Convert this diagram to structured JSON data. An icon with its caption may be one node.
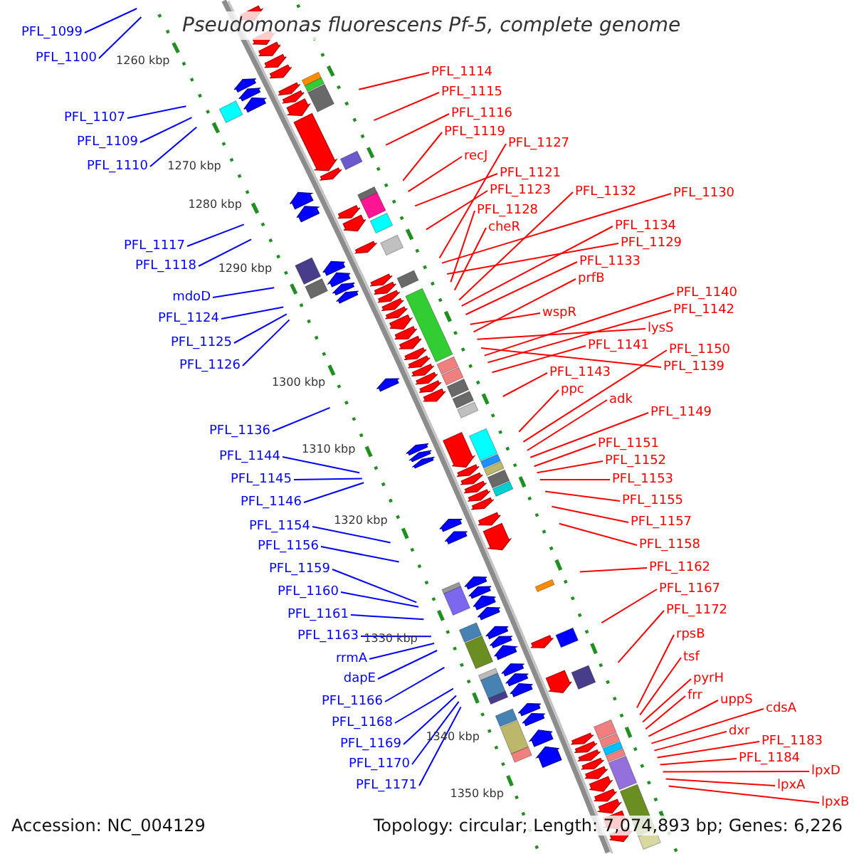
{
  "diagram": {
    "title": "Pseudomonas fluorescens Pf-5, complete genome",
    "nodes": [
      {
        "text": [
          "PFL_1099"
        ]
      },
      {
        "text": [
          "PFL_1100"
        ]
      },
      {
        "text": [
          "PFL_1107"
        ]
      },
      {
        "text": [
          "PFL_1109"
        ]
      },
      {
        "text": [
          "PFL_1110"
        ]
      },
      {
        "text": [
          "PFL_1117"
        ]
      },
      {
        "text": [
          "PFL_1118"
        ]
      },
      {
        "text": [
          "mdoD"
        ]
      },
      {
        "text": [
          "PFL_1124"
        ]
      },
      {
        "text": [
          "PFL_1125"
        ]
      },
      {
        "text": [
          "PFL_1126"
        ]
      },
      {
        "text": [
          "PFL_1136"
        ]
      },
      {
        "text": [
          "PFL_1144"
        ]
      },
      {
        "text": [
          "PFL_1145"
        ]
      },
      {
        "text": [
          "PFL_1146"
        ]
      },
      {
        "text": [
          "PFL_1154"
        ]
      },
      {
        "text": [
          "PFL_1156"
        ]
      },
      {
        "text": [
          "PFL_1159"
        ]
      },
      {
        "text": [
          "PFL_1160"
        ]
      },
      {
        "text": [
          "PFL_1161"
        ]
      },
      {
        "text": [
          "PFL_1163"
        ]
      },
      {
        "text": [
          "rrmA"
        ]
      },
      {
        "text": [
          "dapE"
        ]
      },
      {
        "text": [
          "PFL_1166"
        ]
      },
      {
        "text": [
          "PFL_1168"
        ]
      },
      {
        "text": [
          "PFL_1169"
        ]
      },
      {
        "text": [
          "PFL_1170"
        ]
      },
      {
        "text": [
          "PFL_1171"
        ]
      },
      {
        "text": [
          "PFL_1114"
        ]
      },
      {
        "text": [
          "PFL_1115"
        ]
      },
      {
        "text": [
          "PFL_1116"
        ]
      },
      {
        "text": [
          "PFL_1119"
        ]
      },
      {
        "text": [
          "recJ"
        ]
      },
      {
        "text": [
          "PFL_1121"
        ]
      },
      {
        "text": [
          "PFL_1123"
        ]
      },
      {
        "text": [
          "PFL_1127"
        ]
      },
      {
        "text": [
          "PFL_1130"
        ]
      },
      {
        "text": [
          "PFL_1129"
        ]
      },
      {
        "text": [
          "PFL_1128"
        ]
      },
      {
        "text": [
          "cheR"
        ]
      },
      {
        "text": [
          "PFL_1132"
        ]
      },
      {
        "text": [
          "PFL_1134"
        ]
      },
      {
        "text": [
          "PFL_1133"
        ]
      },
      {
        "text": [
          "wspR"
        ]
      },
      {
        "text": [
          "prfB"
        ]
      },
      {
        "text": [
          "lysS"
        ]
      },
      {
        "text": [
          "PFL_1139"
        ]
      },
      {
        "text": [
          "PFL_1140"
        ]
      },
      {
        "text": [
          "PFL_1142"
        ]
      },
      {
        "text": [
          "PFL_1141"
        ]
      },
      {
        "text": [
          "PFL_1143"
        ]
      },
      {
        "text": [
          "ppc"
        ]
      },
      {
        "text": [
          "PFL_1150"
        ]
      },
      {
        "text": [
          "adk"
        ]
      },
      {
        "text": [
          "PFL_1149"
        ]
      },
      {
        "text": [
          "PFL_1151"
        ]
      },
      {
        "text": [
          "PFL_1152"
        ]
      },
      {
        "text": [
          "PFL_1153"
        ]
      },
      {
        "text": [
          "PFL_1155"
        ]
      },
      {
        "text": [
          "PFL_1157"
        ]
      },
      {
        "text": [
          "PFL_1158"
        ]
      },
      {
        "text": [
          "PFL_1162"
        ]
      },
      {
        "text": [
          "PFL_1167"
        ]
      },
      {
        "text": [
          "PFL_1172"
        ]
      },
      {
        "text": [
          "rpsB"
        ]
      },
      {
        "text": [
          "tsf"
        ]
      },
      {
        "text": [
          "pyrH"
        ]
      },
      {
        "text": [
          "frr"
        ]
      },
      {
        "text": [
          "uppS"
        ]
      },
      {
        "text": [
          "cdsA"
        ]
      },
      {
        "text": [
          "dxr"
        ]
      },
      {
        "text": [
          "PFL_1183"
        ]
      },
      {
        "text": [
          "PFL_1184"
        ]
      },
      {
        "text": [
          "lpxD"
        ]
      },
      {
        "text": [
          "lpxA"
        ]
      },
      {
        "text": [
          "lpxB"
        ]
      }
    ],
    "edges": [
      {
        "from": 0,
        "to": null,
        "arrow": "none",
        "color": "#0000ff"
      },
      {
        "from": 1,
        "to": null,
        "arrow": "none",
        "color": "#0000ff"
      },
      {
        "from": 2,
        "to": null,
        "arrow": "none",
        "color": "#0000ff"
      },
      {
        "from": 3,
        "to": null,
        "arrow": "none",
        "color": "#0000ff"
      },
      {
        "from": 4,
        "to": null,
        "arrow": "none",
        "color": "#0000ff"
      },
      {
        "from": 5,
        "to": null,
        "arrow": "none",
        "color": "#0000ff"
      },
      {
        "from": 6,
        "to": null,
        "arrow": "none",
        "color": "#0000ff"
      },
      {
        "from": 7,
        "to": null,
        "arrow": "none",
        "color": "#0000ff"
      },
      {
        "from": 8,
        "to": null,
        "arrow": "none",
        "color": "#0000ff"
      },
      {
        "from": 9,
        "to": null,
        "arrow": "none",
        "color": "#0000ff"
      },
      {
        "from": 10,
        "to": null,
        "arrow": "none",
        "color": "#0000ff"
      },
      {
        "from": 11,
        "to": null,
        "arrow": "none",
        "color": "#0000ff"
      },
      {
        "from": 12,
        "to": null,
        "arrow": "none",
        "color": "#0000ff"
      },
      {
        "from": 13,
        "to": null,
        "arrow": "none",
        "color": "#0000ff"
      },
      {
        "from": 14,
        "to": null,
        "arrow": "none",
        "color": "#0000ff"
      },
      {
        "from": 15,
        "to": null,
        "arrow": "none",
        "color": "#0000ff"
      },
      {
        "from": 16,
        "to": null,
        "arrow": "none",
        "color": "#0000ff"
      },
      {
        "from": 17,
        "to": null,
        "arrow": "none",
        "color": "#0000ff"
      },
      {
        "from": 18,
        "to": null,
        "arrow": "none",
        "color": "#0000ff"
      },
      {
        "from": 19,
        "to": null,
        "arrow": "none",
        "color": "#0000ff"
      },
      {
        "from": 20,
        "to": null,
        "arrow": "none",
        "color": "#0000ff"
      },
      {
        "from": 21,
        "to": null,
        "arrow": "none",
        "color": "#0000ff"
      },
      {
        "from": 22,
        "to": null,
        "arrow": "none",
        "color": "#0000ff"
      },
      {
        "from": 23,
        "to": null,
        "arrow": "none",
        "color": "#0000ff"
      },
      {
        "from": 24,
        "to": null,
        "arrow": "none",
        "color": "#0000ff"
      },
      {
        "from": 25,
        "to": null,
        "arrow": "none",
        "color": "#0000ff"
      },
      {
        "from": 26,
        "to": null,
        "arrow": "none",
        "color": "#0000ff"
      },
      {
        "from": 27,
        "to": null,
        "arrow": "none",
        "color": "#0000ff"
      },
      {
        "from": 28,
        "to": null,
        "arrow": "none"
      },
      {
        "from": 29,
        "to": null,
        "arrow": "none"
      },
      {
        "from": 30,
        "to": null,
        "arrow": "none"
      },
      {
        "from": 31,
        "to": null,
        "arrow": "none"
      },
      {
        "from": 32,
        "to": null,
        "arrow": "none"
      },
      {
        "from": 33,
        "to": null,
        "arrow": "none"
      },
      {
        "from": 34,
        "to": null,
        "arrow": "none"
      },
      {
        "from": 35,
        "to": null,
        "arrow": "none"
      },
      {
        "from": 36,
        "to": null,
        "arrow": "none"
      },
      {
        "from": 37,
        "to": null,
        "arrow": "none"
      },
      {
        "from": 38,
        "to": null,
        "arrow": "none"
      },
      {
        "from": 39,
        "to": null,
        "arrow": "none"
      },
      {
        "from": 40,
        "to": null,
        "arrow": "none"
      },
      {
        "from": 41,
        "to": null,
        "arrow": "none"
      },
      {
        "from": 42,
        "to": null,
        "arrow": "none"
      },
      {
        "from": 43,
        "to": null,
        "arrow": "none"
      },
      {
        "from": 44,
        "to": null,
        "arrow": "none"
      },
      {
        "from": 45,
        "to": null,
        "arrow": "none"
      },
      {
        "from": 46,
        "to": null,
        "arrow": "none"
      },
      {
        "from": 47,
        "to": null,
        "arrow": "none"
      },
      {
        "from": 48,
        "to": null,
        "arrow": "none"
      },
      {
        "from": 49,
        "to": null,
        "arrow": "none"
      },
      {
        "from": 50,
        "to": null,
        "arrow": "none"
      },
      {
        "from": 51,
        "to": null,
        "arrow": "none"
      },
      {
        "from": 52,
        "to": null,
        "arrow": "none"
      },
      {
        "from": 53,
        "to": null,
        "arrow": "none"
      },
      {
        "from": 54,
        "to": null,
        "arrow": "none"
      },
      {
        "from": 55,
        "to": null,
        "arrow": "none"
      },
      {
        "from": 56,
        "to": null,
        "arrow": "none"
      },
      {
        "from": 57,
        "to": null,
        "arrow": "none"
      },
      {
        "from": 58,
        "to": null,
        "arrow": "none"
      },
      {
        "from": 59,
        "to": null,
        "arrow": "none"
      },
      {
        "from": 60,
        "to": null,
        "arrow": "none"
      },
      {
        "from": 61,
        "to": null,
        "arrow": "none"
      },
      {
        "from": 62,
        "to": null,
        "arrow": "none"
      },
      {
        "from": 63,
        "to": null,
        "arrow": "none"
      },
      {
        "from": 64,
        "to": null,
        "arrow": "none"
      },
      {
        "from": 65,
        "to": null,
        "arrow": "none"
      },
      {
        "from": 66,
        "to": null,
        "arrow": "none"
      },
      {
        "from": 67,
        "to": null,
        "arrow": "none"
      },
      {
        "from": 68,
        "to": null,
        "arrow": "none"
      },
      {
        "from": 69,
        "to": null,
        "arrow": "none"
      },
      {
        "from": 70,
        "to": null,
        "arrow": "none"
      },
      {
        "from": 71,
        "to": null,
        "arrow": "none"
      },
      {
        "from": 72,
        "to": null,
        "arrow": "none"
      },
      {
        "from": 73,
        "to": null,
        "arrow": "none"
      },
      {
        "from": 74,
        "to": null,
        "arrow": "none"
      },
      {
        "from": 75,
        "to": null,
        "arrow": "none"
      }
    ],
    "labels": [
      "1260 kbp",
      "1270 kbp",
      "1280 kbp",
      "1290 kbp",
      "1300 kbp",
      "1310 kbp",
      "1320 kbp",
      "1330 kbp",
      "1340 kbp",
      "1350 kbp",
      "Accession: NC_004129",
      "Topology: circular; Length: 7,074,893 bp; Genes: 6,226"
    ]
  }
}
